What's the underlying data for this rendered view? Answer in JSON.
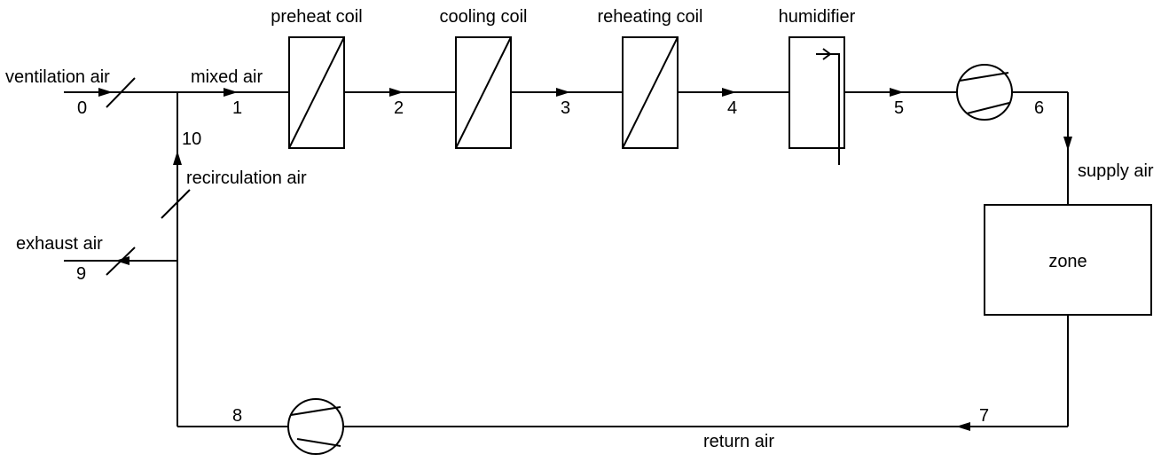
{
  "colors": {
    "line": "#000000",
    "background": "#ffffff"
  },
  "components": {
    "preheat_coil": "preheat coil",
    "cooling_coil": "cooling coil",
    "reheating_coil": "reheating coil",
    "humidifier": "humidifier",
    "zone": "zone",
    "supply_fan": "supply-fan-icon",
    "return_fan": "return-fan-icon"
  },
  "streams": {
    "ventilation_air": "ventilation air",
    "mixed_air": "mixed air",
    "recirculation_air": "recirculation air",
    "exhaust_air": "exhaust air",
    "supply_air": "supply air",
    "return_air": "return air"
  },
  "states": {
    "s0": "0",
    "s1": "1",
    "s2": "2",
    "s3": "3",
    "s4": "4",
    "s5": "5",
    "s6": "6",
    "s7": "7",
    "s8": "8",
    "s9": "9",
    "s10": "10"
  }
}
